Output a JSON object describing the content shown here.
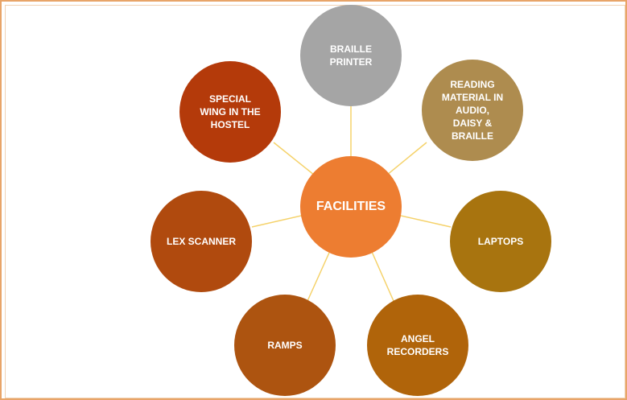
{
  "diagram": {
    "center": {
      "label": "FACILITIES",
      "color": "#ed7d31"
    },
    "nodes": [
      {
        "id": "braille-printer",
        "lines": [
          "BRAILLE",
          "PRINTER"
        ],
        "color": "#a5a5a5"
      },
      {
        "id": "reading-material",
        "lines": [
          "READING",
          "MATERIAL IN",
          "AUDIO,",
          "DAISY &",
          "BRAILLE"
        ],
        "color": "#ae8c4f"
      },
      {
        "id": "laptops",
        "lines": [
          "LAPTOPS"
        ],
        "color": "#a8740f"
      },
      {
        "id": "angel-recorders",
        "lines": [
          "ANGEL",
          "RECORDERS"
        ],
        "color": "#b0640a"
      },
      {
        "id": "ramps",
        "lines": [
          "RAMPS"
        ],
        "color": "#ad5410"
      },
      {
        "id": "lex-scanner",
        "lines": [
          "LEX SCANNER"
        ],
        "color": "#b04a0e"
      },
      {
        "id": "special-wing",
        "lines": [
          "SPECIAL",
          "WING IN THE",
          "HOSTEL"
        ],
        "color": "#b43a0a"
      }
    ],
    "connector_color": "#f5d26a"
  }
}
